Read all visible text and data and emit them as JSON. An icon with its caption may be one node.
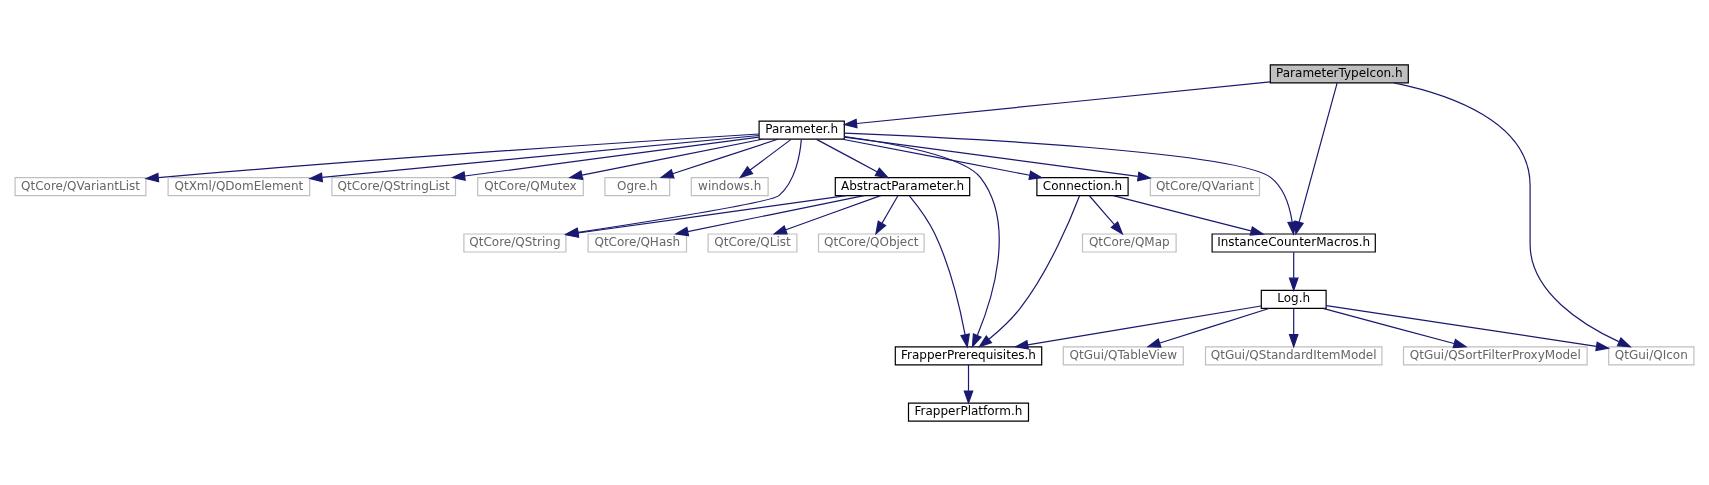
{
  "diagram": {
    "nodes": [
      {
        "text": [
          "ParameterTypeIcon.h"
        ]
      },
      {
        "text": [
          "Parameter.h"
        ]
      },
      {
        "text": [
          "Connection.h"
        ]
      },
      {
        "text": [
          "QtCore/QVariant"
        ]
      },
      {
        "text": [
          "QtCore/QVariantList"
        ]
      },
      {
        "text": [
          "QtXml/QDomElement"
        ]
      },
      {
        "text": [
          "QtCore/QStringList"
        ]
      },
      {
        "text": [
          "QtCore/QMutex"
        ]
      },
      {
        "text": [
          "Ogre.h"
        ]
      },
      {
        "text": [
          "windows.h"
        ]
      },
      {
        "text": [
          "AbstractParameter.h"
        ]
      },
      {
        "text": [
          "InstanceCounterMacros.h"
        ]
      },
      {
        "text": [
          "QtCore/QMap"
        ]
      },
      {
        "text": [
          "QtCore/QString"
        ]
      },
      {
        "text": [
          "QtCore/QHash"
        ]
      },
      {
        "text": [
          "QtCore/QList"
        ]
      },
      {
        "text": [
          "QtCore/QObject"
        ]
      },
      {
        "text": [
          "Log.h"
        ]
      },
      {
        "text": [
          "QtGui/QIcon"
        ]
      },
      {
        "text": [
          "QtGui/QStandardItemModel"
        ]
      },
      {
        "text": [
          "QtGui/QSortFilterProxyModel"
        ]
      },
      {
        "text": [
          "QtGui/QTableView"
        ]
      },
      {
        "text": [
          "FrapperPrerequisites.h"
        ]
      },
      {
        "text": [
          "FrapperPlatform.h"
        ]
      }
    ],
    "edges": [
      {
        "from": 0,
        "to": 1,
        "arrow": "to"
      },
      {
        "from": 0,
        "to": 11,
        "arrow": "to"
      },
      {
        "from": 0,
        "to": 18,
        "arrow": "to"
      },
      {
        "from": 1,
        "to": 2,
        "arrow": "to"
      },
      {
        "from": 1,
        "to": 3,
        "arrow": "to"
      },
      {
        "from": 1,
        "to": 4,
        "arrow": "to"
      },
      {
        "from": 1,
        "to": 5,
        "arrow": "to"
      },
      {
        "from": 1,
        "to": 6,
        "arrow": "to"
      },
      {
        "from": 1,
        "to": 7,
        "arrow": "to"
      },
      {
        "from": 1,
        "to": 8,
        "arrow": "to"
      },
      {
        "from": 1,
        "to": 9,
        "arrow": "to"
      },
      {
        "from": 1,
        "to": 10,
        "arrow": "to"
      },
      {
        "from": 1,
        "to": 11,
        "arrow": "to"
      },
      {
        "from": 1,
        "to": 13,
        "arrow": "to"
      },
      {
        "from": 1,
        "to": 22,
        "arrow": "to"
      },
      {
        "from": 2,
        "to": 11,
        "arrow": "to"
      },
      {
        "from": 2,
        "to": 12,
        "arrow": "to"
      },
      {
        "from": 2,
        "to": 22,
        "arrow": "to"
      },
      {
        "from": 10,
        "to": 13,
        "arrow": "to"
      },
      {
        "from": 10,
        "to": 14,
        "arrow": "to"
      },
      {
        "from": 10,
        "to": 15,
        "arrow": "to"
      },
      {
        "from": 10,
        "to": 16,
        "arrow": "to"
      },
      {
        "from": 10,
        "to": 22,
        "arrow": "to"
      },
      {
        "from": 11,
        "to": 17,
        "arrow": "to"
      },
      {
        "from": 17,
        "to": 18,
        "arrow": "to"
      },
      {
        "from": 17,
        "to": 19,
        "arrow": "to"
      },
      {
        "from": 17,
        "to": 20,
        "arrow": "to"
      },
      {
        "from": 17,
        "to": 21,
        "arrow": "to"
      },
      {
        "from": 17,
        "to": 22,
        "arrow": "to"
      },
      {
        "from": 22,
        "to": 23,
        "arrow": "to"
      }
    ]
  }
}
